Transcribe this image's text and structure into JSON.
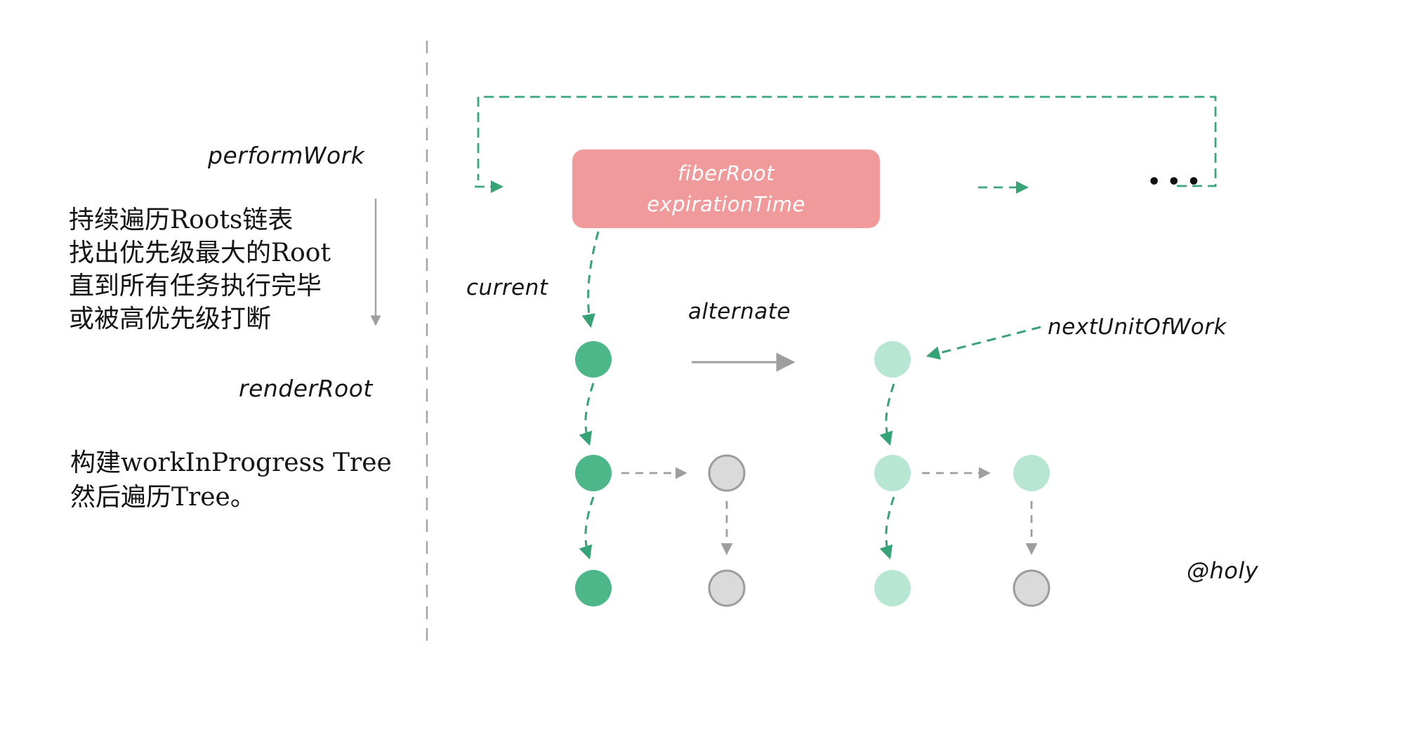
{
  "left_panel": {
    "perform_work_label": "performWork",
    "loop_note": [
      "持续遍历Roots链表",
      "找出优先级最大的Root",
      "直到所有任务执行完毕",
      "或被高优先级打断"
    ],
    "render_root_label": "renderRoot",
    "render_note": [
      "构建workInProgress Tree",
      "然后遍历Tree。"
    ]
  },
  "diagram": {
    "fiber_root_box": {
      "line1": "fiberRoot",
      "line2": "expirationTime"
    },
    "current_label": "current",
    "alternate_label": "alternate",
    "next_unit_label": "nextUnitOfWork",
    "ellipsis": "•••",
    "watermark": "@holy"
  },
  "colors": {
    "arrow_green": "#36a377",
    "loop_green": "#3aa77b",
    "node_green": "#4db789",
    "node_mint": "#b7e7d3",
    "node_gray_fill": "#dadada",
    "node_gray_stroke": "#9c9c9c",
    "line_gray": "#9e9e9e",
    "divider_gray": "#a6a6a6",
    "box_pink": "#f09a9b",
    "box_text": "#ffffff",
    "text_black": "#151515"
  }
}
